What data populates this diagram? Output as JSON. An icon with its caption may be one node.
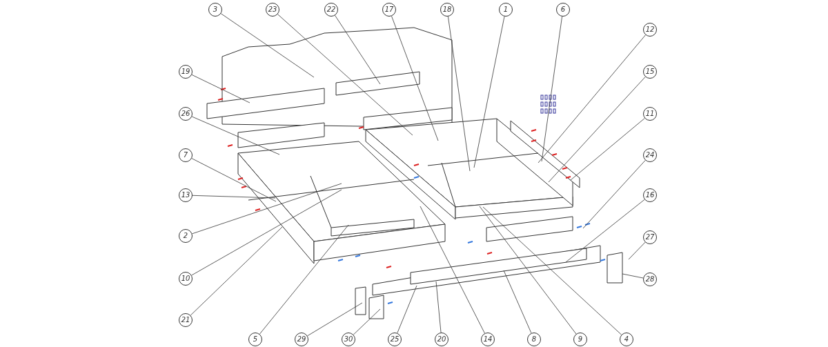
{
  "diagram": {
    "nodes": [
      {
        "text": [
          "3"
        ]
      },
      {
        "text": [
          "23"
        ]
      },
      {
        "text": [
          "22"
        ]
      },
      {
        "text": [
          "17"
        ]
      },
      {
        "text": [
          "18"
        ]
      },
      {
        "text": [
          "1"
        ]
      },
      {
        "text": [
          "6"
        ]
      },
      {
        "text": [
          "19"
        ]
      },
      {
        "text": [
          "26"
        ]
      },
      {
        "text": [
          "7"
        ]
      },
      {
        "text": [
          "13"
        ]
      },
      {
        "text": [
          "2"
        ]
      },
      {
        "text": [
          "10"
        ]
      },
      {
        "text": [
          "21"
        ]
      },
      {
        "text": [
          "12"
        ]
      },
      {
        "text": [
          "15"
        ]
      },
      {
        "text": [
          "11"
        ]
      },
      {
        "text": [
          "24"
        ]
      },
      {
        "text": [
          "16"
        ]
      },
      {
        "text": [
          "27"
        ]
      },
      {
        "text": [
          "28"
        ]
      },
      {
        "text": [
          "5"
        ]
      },
      {
        "text": [
          "29"
        ]
      },
      {
        "text": [
          "30"
        ]
      },
      {
        "text": [
          "25"
        ]
      },
      {
        "text": [
          "20"
        ]
      },
      {
        "text": [
          "14"
        ]
      },
      {
        "text": [
          "8"
        ]
      },
      {
        "text": [
          "9"
        ]
      },
      {
        "text": [
          "4"
        ]
      }
    ],
    "edges": [
      {
        "from": 0,
        "to": null,
        "arrow": "none"
      },
      {
        "from": 1,
        "to": null,
        "arrow": "none"
      },
      {
        "from": 2,
        "to": null,
        "arrow": "none"
      },
      {
        "from": 3,
        "to": null,
        "arrow": "none"
      },
      {
        "from": 4,
        "to": null,
        "arrow": "none"
      },
      {
        "from": 5,
        "to": null,
        "arrow": "none"
      },
      {
        "from": 6,
        "to": null,
        "arrow": "none"
      },
      {
        "from": 7,
        "to": null,
        "arrow": "none"
      },
      {
        "from": 8,
        "to": null,
        "arrow": "none"
      },
      {
        "from": 9,
        "to": null,
        "arrow": "none"
      },
      {
        "from": 10,
        "to": null,
        "arrow": "none"
      },
      {
        "from": 11,
        "to": null,
        "arrow": "none"
      },
      {
        "from": 12,
        "to": null,
        "arrow": "none"
      },
      {
        "from": 13,
        "to": null,
        "arrow": "none"
      },
      {
        "from": 14,
        "to": null,
        "arrow": "none"
      },
      {
        "from": 15,
        "to": null,
        "arrow": "none"
      },
      {
        "from": 16,
        "to": null,
        "arrow": "none"
      },
      {
        "from": 17,
        "to": null,
        "arrow": "none"
      },
      {
        "from": 18,
        "to": null,
        "arrow": "none"
      },
      {
        "from": 19,
        "to": null,
        "arrow": "none"
      },
      {
        "from": 20,
        "to": null,
        "arrow": "none"
      },
      {
        "from": 21,
        "to": null,
        "arrow": "none"
      },
      {
        "from": 22,
        "to": null,
        "arrow": "none"
      },
      {
        "from": 23,
        "to": null,
        "arrow": "none"
      },
      {
        "from": 24,
        "to": null,
        "arrow": "none"
      },
      {
        "from": 25,
        "to": null,
        "arrow": "none"
      },
      {
        "from": 26,
        "to": null,
        "arrow": "none"
      },
      {
        "from": 27,
        "to": null,
        "arrow": "none"
      },
      {
        "from": 28,
        "to": null,
        "arrow": "none"
      },
      {
        "from": 29,
        "to": null,
        "arrow": "none"
      }
    ]
  }
}
